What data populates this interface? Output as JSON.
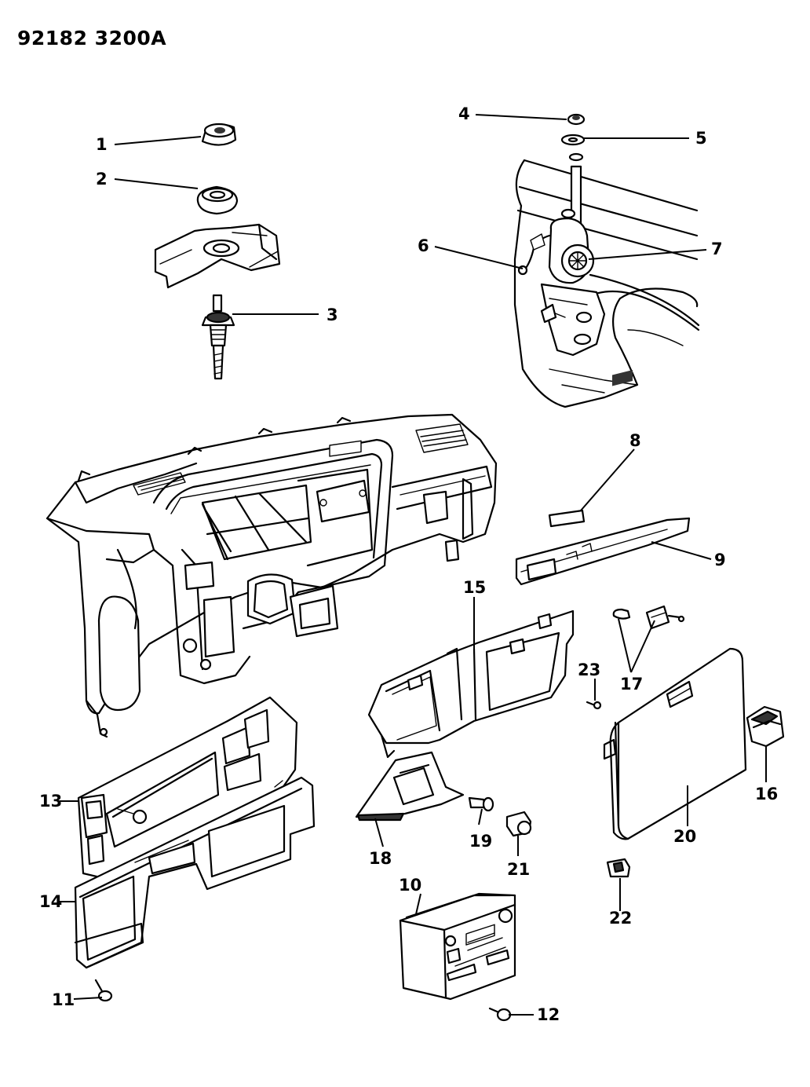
{
  "document_id": "92182 3200A",
  "callouts": [
    "1",
    "2",
    "3",
    "4",
    "5",
    "6",
    "7",
    "8",
    "9",
    "10",
    "11",
    "12",
    "13",
    "14",
    "15",
    "16",
    "17",
    "18",
    "19",
    "20",
    "21",
    "22",
    "23"
  ]
}
